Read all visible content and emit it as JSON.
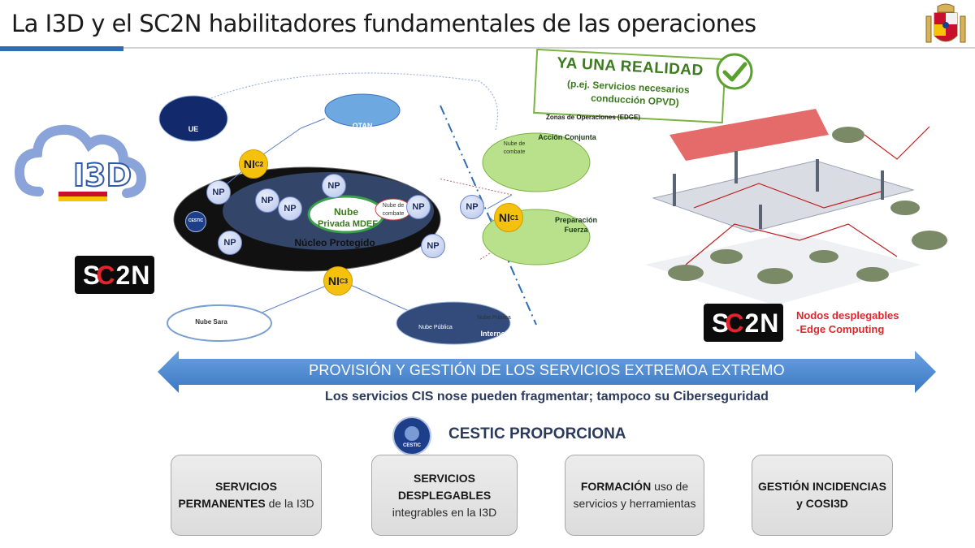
{
  "header": {
    "title": "La I3D y el SC2N habilitadores fundamentales de las operaciones"
  },
  "logos": {
    "i3d": "I3D",
    "sc2n": "SC2N",
    "sc2n_s": "S",
    "sc2n_c": "C",
    "sc2n_rest": "2N"
  },
  "diagram": {
    "ue": "UE",
    "otan": "OTAN",
    "nube_privada_line1": "Nube",
    "nube_privada_line2": "Privada MDEF",
    "nube_combate_inner_1": "Nube de",
    "nube_combate_inner_2": "combate",
    "nucleo": "Núcleo Protegido",
    "np": "NP",
    "ni": "NI",
    "ni_c1": "C1",
    "ni_c2": "C2",
    "ni_c3": "C3",
    "nube_sara": "Nube Sara",
    "nube_publica": "Nube Pública",
    "internet": "Internet",
    "accion_conjunta": "Acción Conjunta",
    "nube_combate_1": "Nube de",
    "nube_combate_2": "combate",
    "preparacion_1": "Preparación",
    "preparacion_2": "Fuerza",
    "cestic_badge": "CESTIC"
  },
  "realidad": {
    "title": "YA UNA REALIDAD",
    "line1": "(p.ej. Servicios necesarios",
    "line2": "conducción OPVD)"
  },
  "zonas": "Zonas de Operaciones (EDGE)",
  "nodos": {
    "line1": "Nodos desplegables",
    "line2": "-Edge Computing"
  },
  "banner": {
    "text": "PROVISIÓN Y GESTIÓN DE LOS SERVICIOS EXTREMOA EXTREMO",
    "subtitle": "Los servicios CIS nose pueden fragmentar; tampoco su Ciberseguridad"
  },
  "cestic": {
    "title": "CESTIC PROPORCIONA",
    "badge": "CESTIC"
  },
  "cards": [
    {
      "bold": "SERVICIOS PERMANENTES",
      "rest": " de la I3D"
    },
    {
      "bold": "SERVICIOS DESPLEGABLES",
      "rest": "integrables en  la I3D"
    },
    {
      "bold": "FORMACIÓN",
      "rest": " uso de servicios y herramientas"
    },
    {
      "bold": "GESTIÓN INCIDENCIAS y COSI3D",
      "rest": ""
    }
  ],
  "colors": {
    "accent": "#2f6db5",
    "ni_yellow": "#f4c20d",
    "nodos_red": "#e0262c",
    "realidad_green": "#3b7a1e",
    "banner_blue": "#4a88d0"
  }
}
